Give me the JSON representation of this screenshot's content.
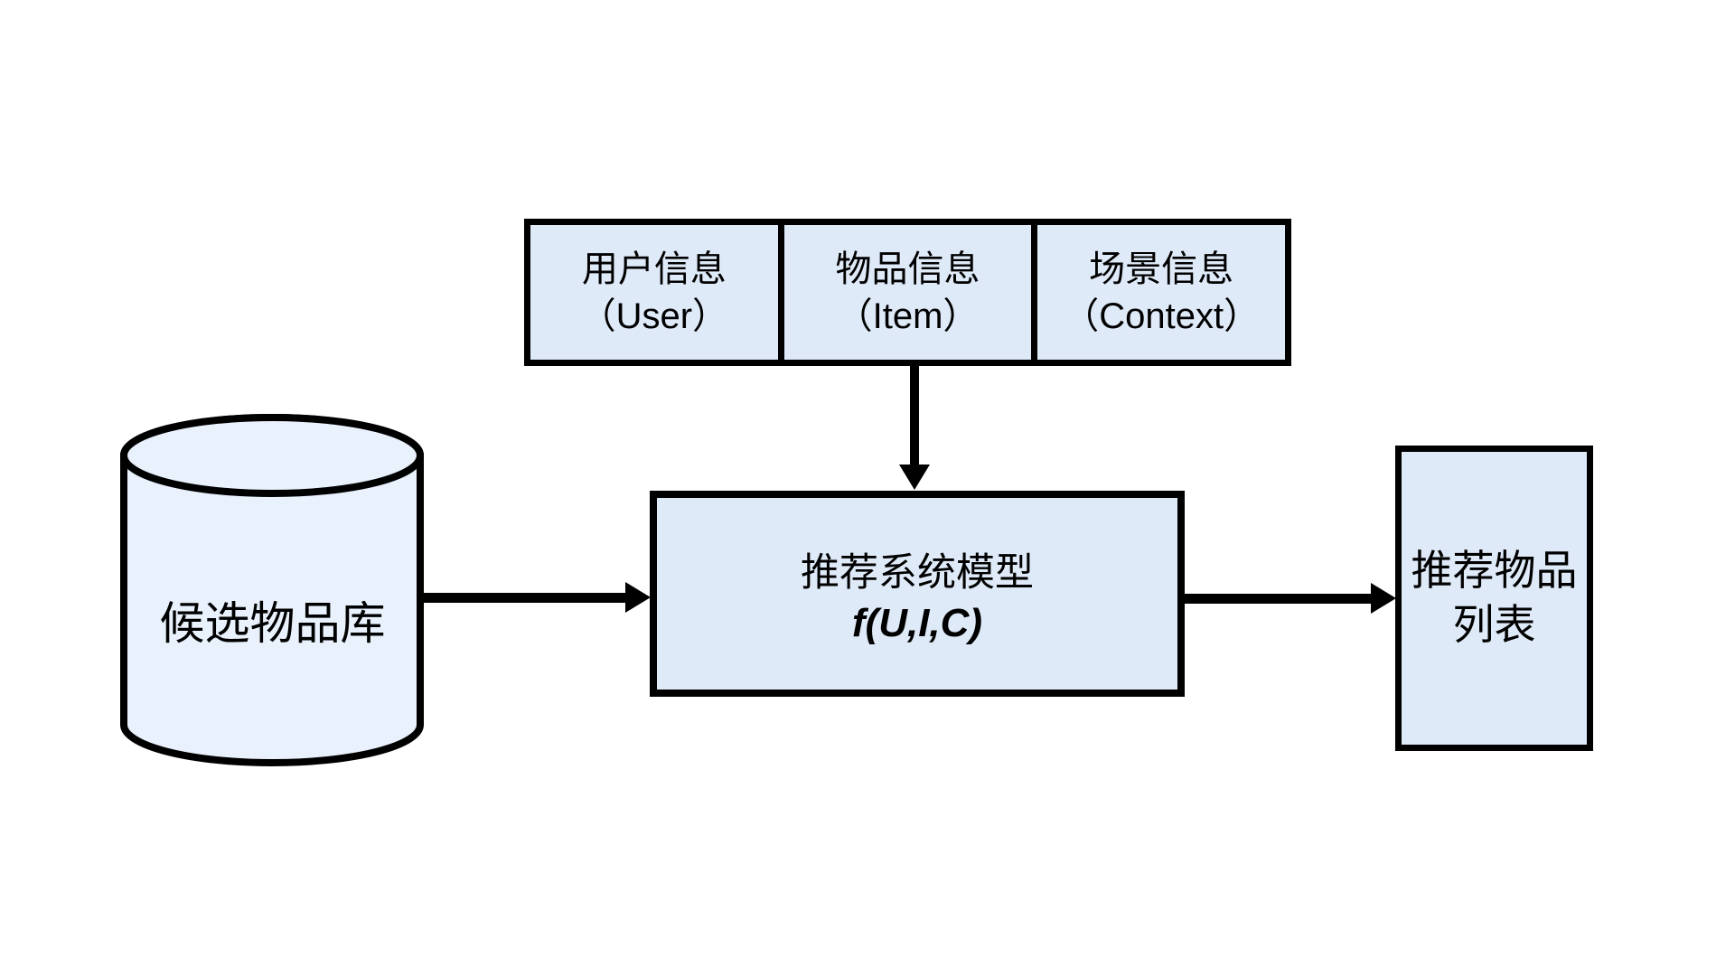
{
  "colors": {
    "background": "#ffffff",
    "border": "#000000",
    "box_fill": "#dfeaf8",
    "cylinder_fill": "#e9f1fc"
  },
  "diagram": {
    "inputs": [
      {
        "title": "用户信息",
        "subtitle": "（User）"
      },
      {
        "title": "物品信息",
        "subtitle": "（Item）"
      },
      {
        "title": "场景信息",
        "subtitle": "（Context）"
      }
    ],
    "candidate_pool": {
      "label": "候选物品库"
    },
    "model": {
      "title": "推荐系统模型",
      "formula": "f(U,I,C)"
    },
    "output": {
      "line1": "推荐物品",
      "line2": "列表"
    }
  }
}
